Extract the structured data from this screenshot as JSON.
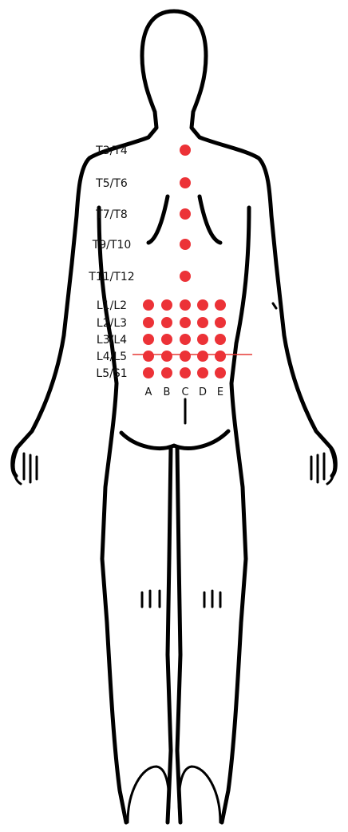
{
  "thoracic_levels": [
    "T3/T4",
    "T5/T6",
    "T7/T8",
    "T9/T10",
    "T11/T12"
  ],
  "lumbar_levels": [
    "L1/L2",
    "L2/L3",
    "L3/L4",
    "L4/L5",
    "L5/S1"
  ],
  "columns": [
    "A",
    "B",
    "C",
    "D",
    "E"
  ],
  "colors": {
    "dot": "#ec3237",
    "marker_line": "#e53935",
    "outline": "#000000"
  },
  "marker_line_level": "L4/L5"
}
